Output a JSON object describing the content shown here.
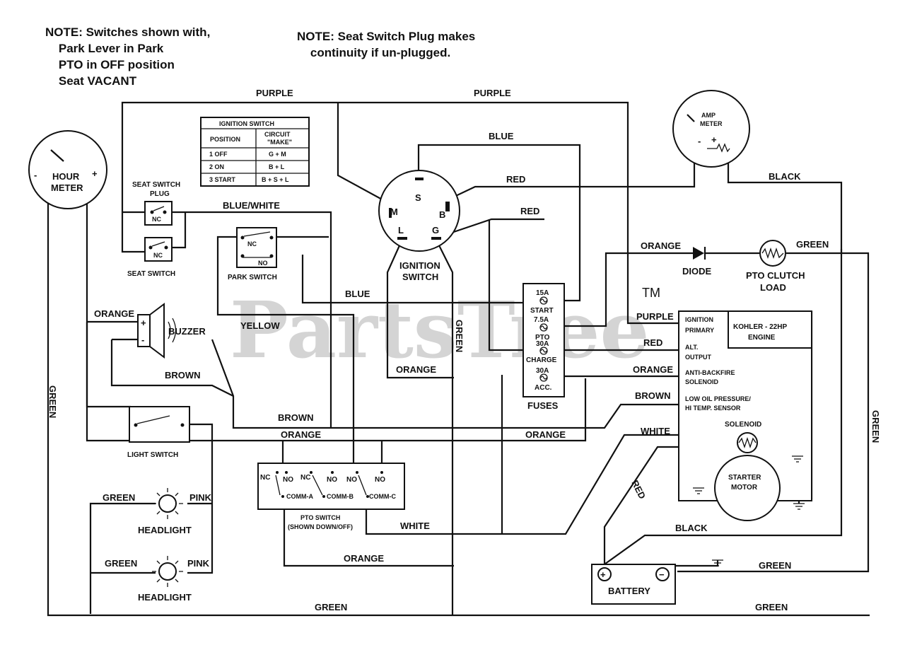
{
  "watermark": {
    "brand": "PartsTree",
    "trademark": "TM"
  },
  "notes": {
    "switches": "NOTE: Switches shown with,\n    Park Lever in Park\n    PTO in OFF position\n    Seat VACANT",
    "seat_plug": "NOTE: Seat Switch Plug makes\n    continuity if un-plugged."
  },
  "ignition_table": {
    "title": "IGNITION SWITCH",
    "header": [
      "POSITION",
      "CIRCUIT\n\"MAKE\""
    ],
    "rows": [
      [
        "1  OFF",
        "G + M"
      ],
      [
        "2  ON",
        "B + L"
      ],
      [
        "3  START",
        "B + S + L"
      ]
    ]
  },
  "components": {
    "hour_meter": {
      "label1": "HOUR",
      "label2": "METER",
      "minus": "-",
      "plus": "+"
    },
    "amp_meter": {
      "label1": "AMP",
      "label2": "METER",
      "minus": "-",
      "plus": "+"
    },
    "seat_switch_plug": {
      "line1": "SEAT SWITCH",
      "line2": "PLUG",
      "nc": "NC"
    },
    "seat_switch": {
      "label": "SEAT SWITCH",
      "nc": "NC"
    },
    "park_switch": {
      "label": "PARK SWITCH",
      "nc": "NC",
      "no": "NO"
    },
    "ignition_switch": {
      "line1": "IGNITION",
      "line2": "SWITCH",
      "terminals": [
        "M",
        "S",
        "B",
        "L",
        "G"
      ]
    },
    "buzzer": {
      "label": "BUZZER",
      "plus": "+",
      "minus": "-"
    },
    "light_switch": {
      "label": "LIGHT SWITCH"
    },
    "headlight": {
      "label": "HEADLIGHT"
    },
    "pto_switch": {
      "line1": "PTO SWITCH",
      "line2": "(SHOWN DOWN/OFF)",
      "contacts": [
        "NC",
        "NO",
        "NC",
        "NO",
        "NO",
        "NO"
      ],
      "commons": [
        "COMM-A",
        "COMM-B",
        "COMM-C"
      ]
    },
    "fuses": {
      "label": "FUSES",
      "items": [
        {
          "rating": "15A",
          "name": "START"
        },
        {
          "rating": "7.5A",
          "name": "PTO"
        },
        {
          "rating": "30A",
          "name": "CHARGE"
        },
        {
          "rating": "30A",
          "name": "ACC."
        }
      ]
    },
    "diode": {
      "label": "DIODE"
    },
    "pto_clutch": {
      "line1": "PTO CLUTCH",
      "line2": "LOAD"
    },
    "engine": {
      "title_line1": "KOHLER - 22HP",
      "title_line2": "ENGINE",
      "terminals": [
        [
          "IGNITION",
          "PRIMARY"
        ],
        [
          "ALT.",
          "OUTPUT"
        ],
        [
          "ANTI-BACKFIRE",
          "SOLENOID"
        ],
        [
          "LOW OIL PRESSURE/",
          "HI TEMP. SENSOR"
        ]
      ]
    },
    "solenoid": {
      "label": "SOLENOID"
    },
    "starter_motor": {
      "line1": "STARTER",
      "line2": "MOTOR"
    },
    "battery": {
      "label": "BATTERY",
      "plus": "+",
      "minus": "−"
    }
  },
  "wire_labels": {
    "purple_left": "PURPLE",
    "purple_right": "PURPLE",
    "purple_engine": "PURPLE",
    "blue_top": "BLUE",
    "blue_mid": "BLUE",
    "red_top": "RED",
    "red_mid": "RED",
    "red_alt": "RED",
    "red_battery": "RED",
    "black_top": "BLACK",
    "black_bottom": "BLACK",
    "blue_white": "BLUE/WHITE",
    "orange_buzzer": "ORANGE",
    "orange_diode": "ORANGE",
    "orange_ignition": "ORANGE",
    "orange_engine": "ORANGE",
    "orange_bus_left": "ORANGE",
    "orange_bus_right": "ORANGE",
    "orange_bottom": "ORANGE",
    "yellow": "YELLOW",
    "green_ignition": "GREEN",
    "green_left": "GREEN",
    "green_right": "GREEN",
    "green_top_right": "GREEN",
    "green_headlight1": "GREEN",
    "green_headlight2": "GREEN",
    "green_battery": "GREEN",
    "green_bottom": "GREEN",
    "green_bottom_right": "GREEN",
    "brown_buzzer": "BROWN",
    "brown_bus": "BROWN",
    "brown_engine": "BROWN",
    "white_engine": "WHITE",
    "white_pto": "WHITE",
    "pink1": "PINK",
    "pink2": "PINK"
  }
}
